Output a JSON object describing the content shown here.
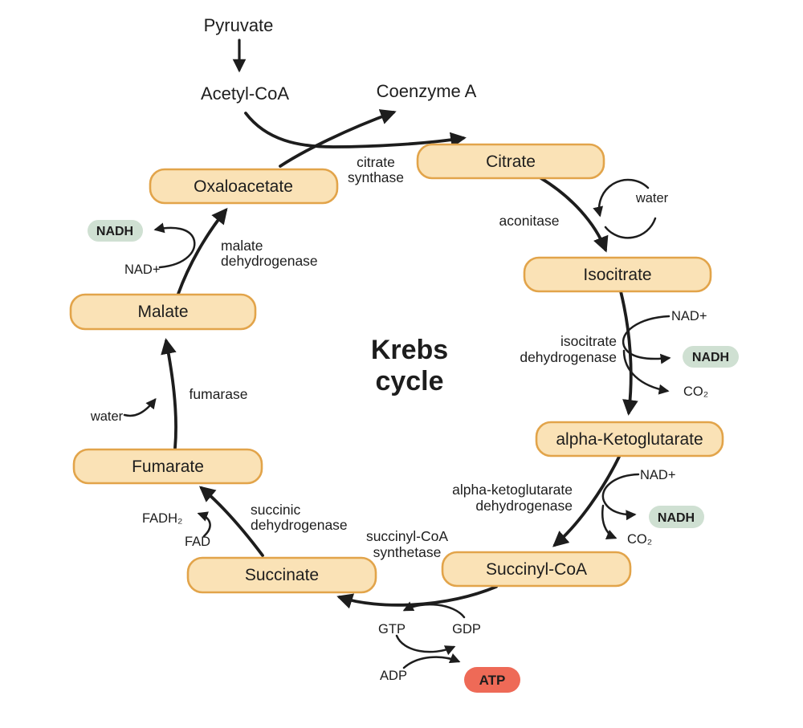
{
  "diagram_title": {
    "line1": "Krebs",
    "line2": "cycle"
  },
  "colors": {
    "background": "#ffffff",
    "metabolite_fill": "#fae2b6",
    "metabolite_border": "#e2a44a",
    "nadh_fill": "#cfe0d2",
    "atp_fill": "#ee6a57",
    "atp_text": "#401511",
    "enzyme_text": "#3fa7c9",
    "arrow": "#1d1d1d"
  },
  "inputs": {
    "pyruvate": "Pyruvate",
    "acetyl_coa": "Acetyl-CoA",
    "coenzyme_a": "Coenzyme A"
  },
  "metabolites": {
    "citrate": "Citrate",
    "isocitrate": "Isocitrate",
    "alpha_ketoglutarate": "alpha-Ketoglutarate",
    "succinyl_coa": "Succinyl-CoA",
    "succinate": "Succinate",
    "fumarate": "Fumarate",
    "malate": "Malate",
    "oxaloacetate": "Oxaloacetate"
  },
  "enzymes": {
    "citrate_synthase": {
      "line1": "citrate",
      "line2": "synthase"
    },
    "aconitase": "aconitase",
    "isocitrate_dehydrogenase": {
      "line1": "isocitrate",
      "line2": "dehydrogenase"
    },
    "alpha_ketoglutarate_dehydrogenase": {
      "line1": "alpha-ketoglutarate",
      "line2": "dehydrogenase"
    },
    "succinyl_coa_synthetase": {
      "line1": "succinyl-CoA",
      "line2": "synthetase"
    },
    "succinic_dehydrogenase": {
      "line1": "succinic",
      "line2": "dehydrogenase"
    },
    "fumarase": "fumarase",
    "malate_dehydrogenase": {
      "line1": "malate",
      "line2": "dehydrogenase"
    }
  },
  "cofactors": {
    "nad_plus": "NAD+",
    "nadh": "NADH",
    "co2": "CO₂",
    "fad": "FAD",
    "fadh2": "FADH₂",
    "gtp": "GTP",
    "gdp": "GDP",
    "adp": "ADP",
    "atp": "ATP",
    "water": "water"
  }
}
